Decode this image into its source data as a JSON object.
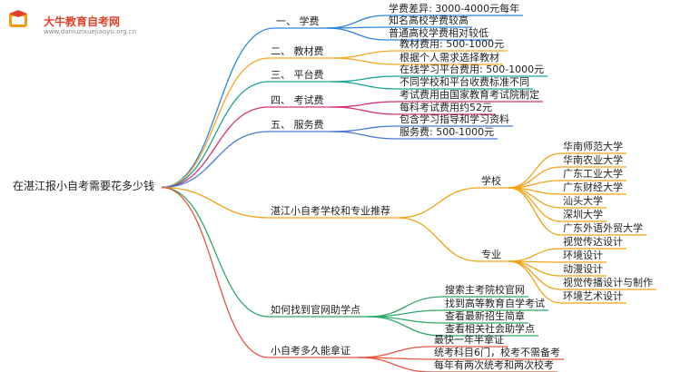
{
  "logo": {
    "title": "大牛教育自考网",
    "url": "www.daniuzixuejiaoyu.org.cn"
  },
  "root": "在湛江报小自考需要花多少钱",
  "branches": [
    {
      "label": "一、 学费",
      "color": "#2e86de",
      "leaves": [
        "学费差异: 3000-4000元每年",
        "知名高校学费较高",
        "普通高校学费相对较低"
      ]
    },
    {
      "label": "二、 教材费",
      "color": "#f5a623",
      "leaves": [
        "教材费用: 500-1000元",
        "根据个人需求选择教材"
      ]
    },
    {
      "label": "三、 平台费",
      "color": "#1aa39a",
      "leaves": [
        "在线学习平台费用: 500-1000元",
        "不同学校和平台收费标准不同"
      ]
    },
    {
      "label": "四、 考试费",
      "color": "#d6307a",
      "leaves": [
        "考试费用由国家教育考试院制定",
        "每科考试费用约52元"
      ]
    },
    {
      "label": "五、 服务费",
      "color": "#4a7ad6",
      "leaves": [
        "包含学习指导和学习资料",
        "服务费: 500-1000元"
      ]
    },
    {
      "label": "湛江小自考学校和专业推荐",
      "color": "#f2a316",
      "groups": [
        {
          "label": "学校",
          "items": [
            "华南师范大学",
            "华南农业大学",
            "广东工业大学",
            "广东财经大学",
            "汕头大学",
            "深圳大学",
            "广东外语外贸大学"
          ]
        },
        {
          "label": "专业",
          "items": [
            "视觉传达设计",
            "环境设计",
            "动漫设计",
            "视觉传播设计与制作",
            "环境艺术设计"
          ]
        }
      ]
    },
    {
      "label": "如何找到官网助学点",
      "color": "#2ea86b",
      "leaves": [
        "搜索主考院校官网",
        "找到高等教育自学考试",
        "查看最新招生简章",
        "查看相关社会助学点"
      ]
    },
    {
      "label": "小自考多久能拿证",
      "color": "#e6553d",
      "leaves": [
        "最快一年半拿证",
        "统考科目6门，校考不需备考",
        "每年有两次统考和两次校考"
      ]
    }
  ]
}
